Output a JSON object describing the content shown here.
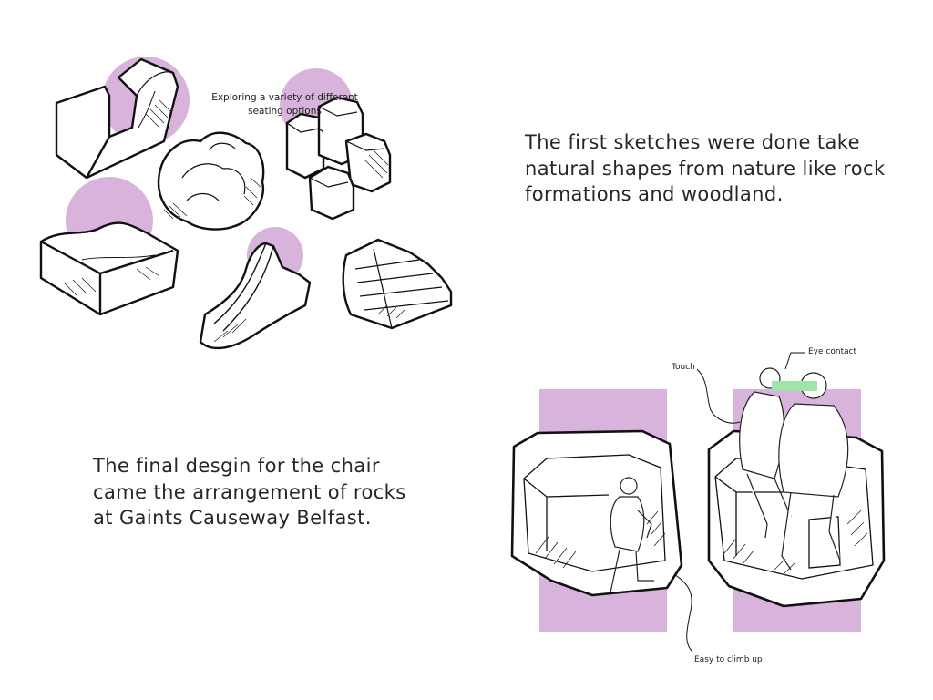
{
  "sketches": {
    "caption": "Exploring a variety of different seating options",
    "accent_color": "#d8b3db"
  },
  "text_blocks": {
    "first": "The first sketches were done take natural shapes from nature like rock formations and woodland.",
    "final": "The final desgin for the chair came the arrangement of rocks at Gaints Causeway Belfast."
  },
  "final_design": {
    "annotations": {
      "touch": "Touch",
      "eye_contact": "Eye contact",
      "climb": "Easy to climb up"
    },
    "accent_color": "#d8b3db",
    "eye_contact_color": "#9ee5a8"
  }
}
